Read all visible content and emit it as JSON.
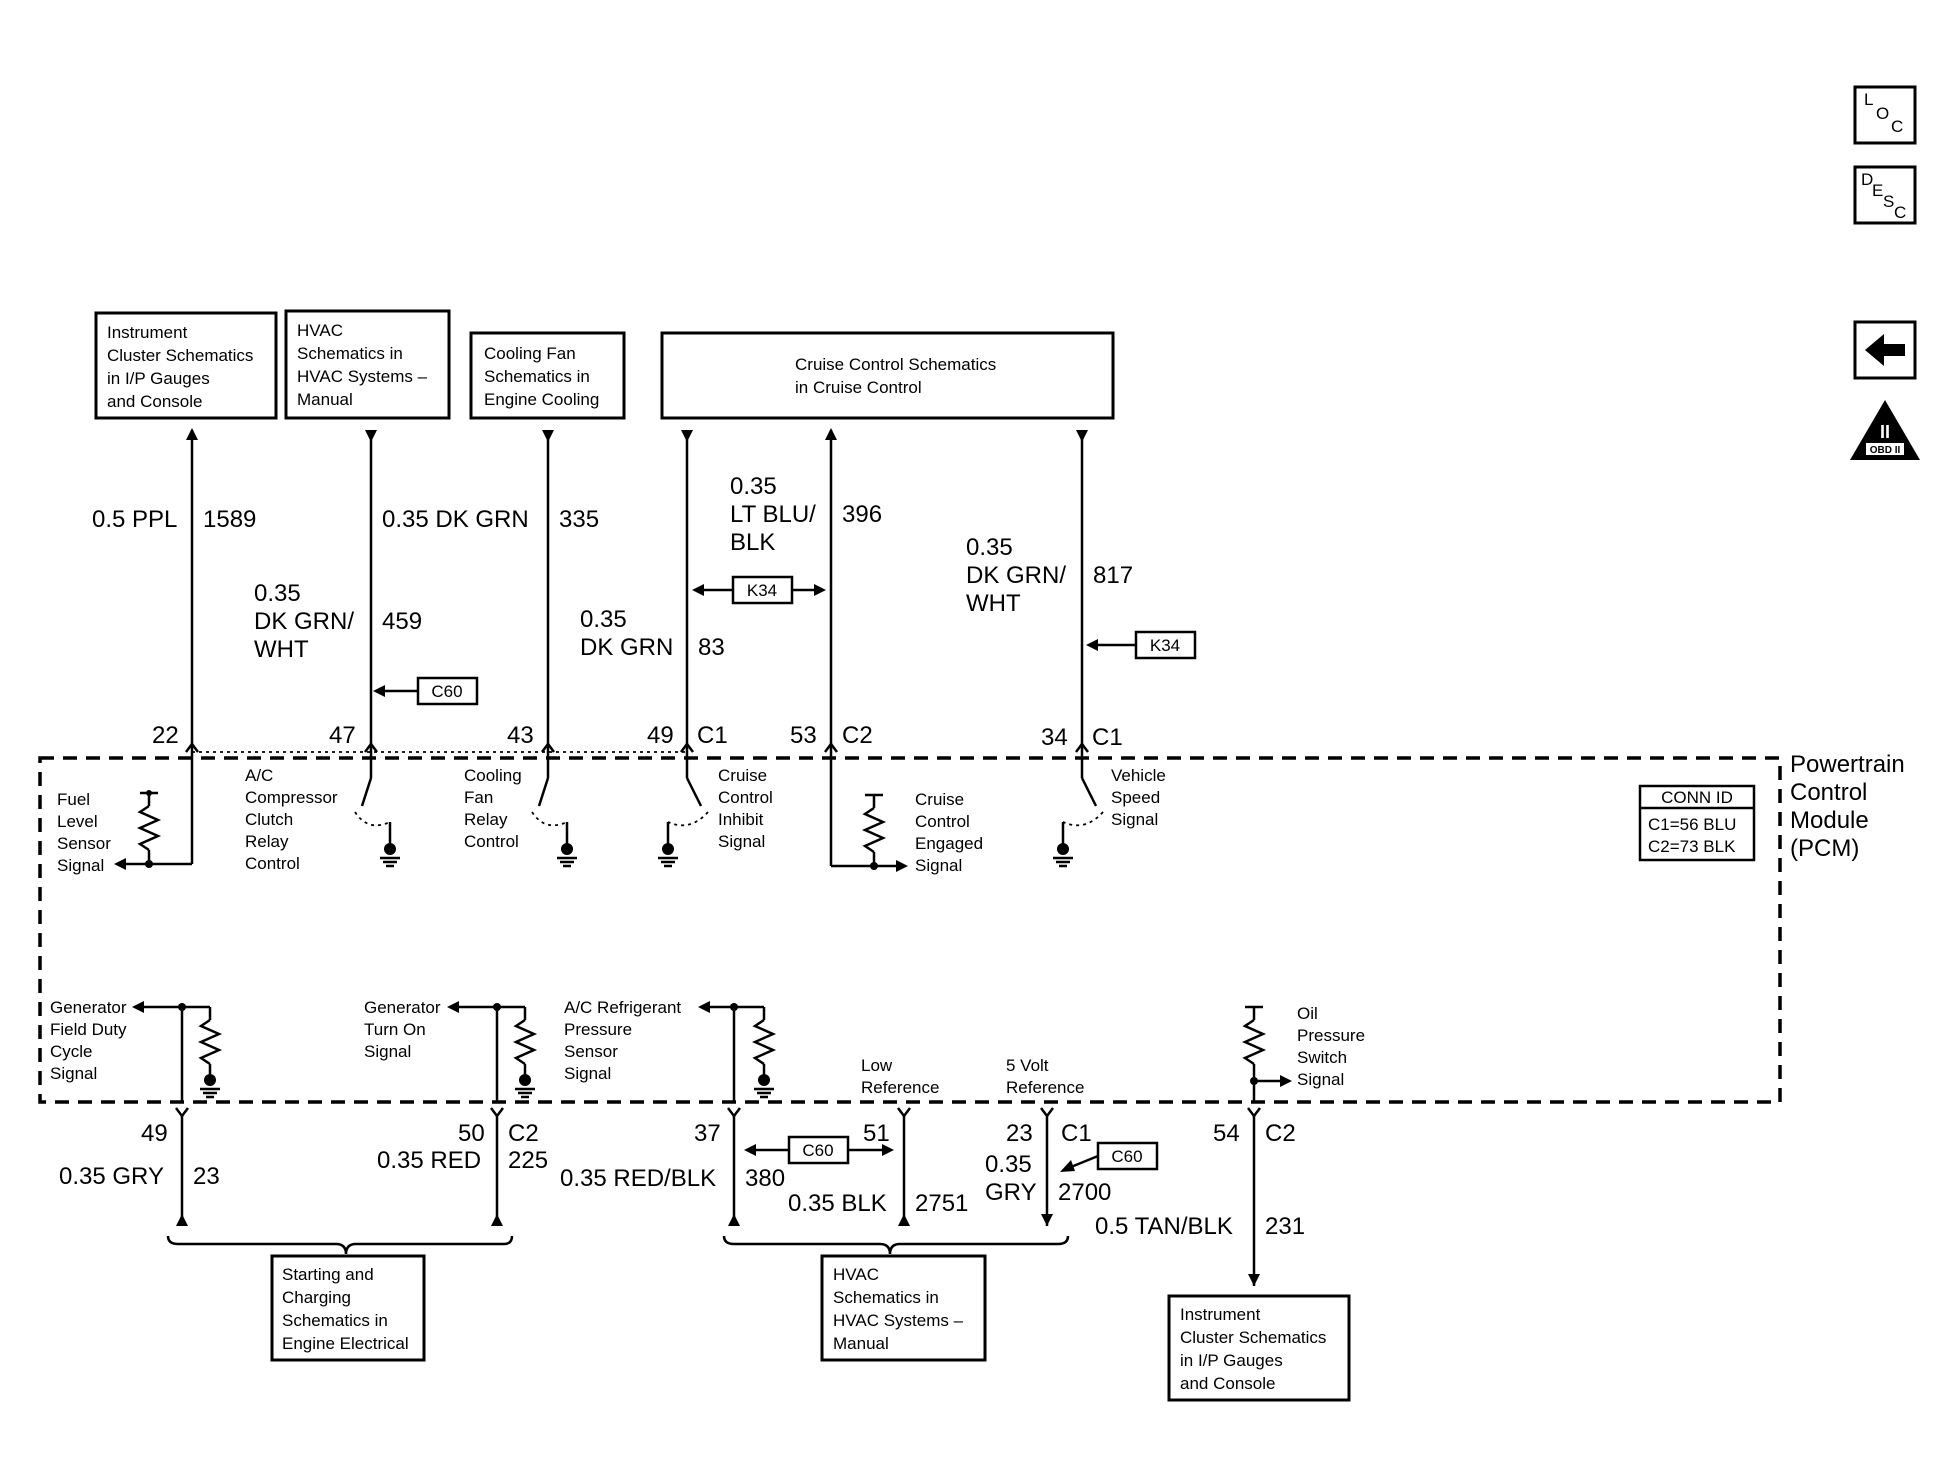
{
  "nav": {
    "loc": [
      "L",
      "O",
      "C"
    ],
    "desc": [
      "D",
      "E",
      "S",
      "C"
    ],
    "obd": "OBD II",
    "obd_num": "II"
  },
  "refs": {
    "inst_top": [
      "Instrument",
      "Cluster Schematics",
      "in I/P Gauges",
      "and Console"
    ],
    "hvac_top": [
      "HVAC",
      "Schematics in",
      "HVAC Systems –",
      "Manual"
    ],
    "fan_top": [
      "Cooling Fan",
      "Schematics in",
      "Engine Cooling"
    ],
    "cruise_top": [
      "Cruise Control Schematics",
      "in Cruise Control"
    ],
    "start_bot": [
      "Starting and",
      "Charging",
      "Schematics in",
      "Engine Electrical"
    ],
    "hvac_bot": [
      "HVAC",
      "Schematics in",
      "HVAC Systems –",
      "Manual"
    ],
    "inst_bot": [
      "Instrument",
      "Cluster Schematics",
      "in I/P Gauges",
      "and Console"
    ]
  },
  "options": {
    "c60": "C60",
    "k34": "K34"
  },
  "wires_top": [
    {
      "size": [
        "0.5 PPL"
      ],
      "circuit": "1589",
      "pin": "22",
      "conn": ""
    },
    {
      "size": [
        "0.35",
        "DK GRN/",
        "WHT"
      ],
      "circuit": "459",
      "pin": "47",
      "conn": ""
    },
    {
      "size": [
        "0.35 DK GRN"
      ],
      "circuit": "335",
      "pin": "43",
      "conn": ""
    },
    {
      "size": [
        "0.35",
        "DK GRN"
      ],
      "circuit": "83",
      "pin": "49",
      "conn": "C1"
    },
    {
      "size": [
        "0.35",
        "LT BLU/",
        "BLK"
      ],
      "circuit": "396",
      "pin": "53",
      "conn": "C2"
    },
    {
      "size": [
        "0.35",
        "DK GRN/",
        "WHT"
      ],
      "circuit": "817",
      "pin": "34",
      "conn": "C1"
    }
  ],
  "wires_bot": [
    {
      "size": "0.35 GRY",
      "circuit": "23",
      "pin": "49",
      "conn": ""
    },
    {
      "size": "0.35 RED",
      "circuit": "225",
      "pin": "50",
      "conn": "C2"
    },
    {
      "size": "0.35 RED/BLK",
      "circuit": "380",
      "pin": "37",
      "conn": ""
    },
    {
      "size": "0.35 BLK",
      "circuit": "2751",
      "pin": "51",
      "conn": ""
    },
    {
      "size": [
        "0.35",
        "GRY"
      ],
      "circuit": "2700",
      "pin": "23",
      "conn": "C1"
    },
    {
      "size": "0.5 TAN/BLK",
      "circuit": "231",
      "pin": "54",
      "conn": "C2"
    }
  ],
  "pcm": {
    "title": [
      "Powertrain",
      "Control",
      "Module",
      "(PCM)"
    ],
    "conn_id_title": "CONN ID",
    "conn_id": [
      "C1=56 BLU",
      "C2=73 BLK"
    ]
  },
  "signals": {
    "fuel": [
      "Fuel",
      "Level",
      "Sensor",
      "Signal"
    ],
    "ac_clutch": [
      "A/C",
      "Compressor",
      "Clutch",
      "Relay",
      "Control"
    ],
    "fan_relay": [
      "Cooling",
      "Fan",
      "Relay",
      "Control"
    ],
    "cruise_inhibit": [
      "Cruise",
      "Control",
      "Inhibit",
      "Signal"
    ],
    "cruise_engaged": [
      "Cruise",
      "Control",
      "Engaged",
      "Signal"
    ],
    "vss": [
      "Vehicle",
      "Speed",
      "Signal"
    ],
    "gen_duty": [
      "Generator",
      "Field Duty",
      "Cycle",
      "Signal"
    ],
    "gen_turn": [
      "Generator",
      "Turn On",
      "Signal"
    ],
    "ac_pressure": [
      "A/C Refrigerant",
      "Pressure",
      "Sensor",
      "Signal"
    ],
    "low_ref": [
      "Low",
      "Reference"
    ],
    "five_volt": [
      "5 Volt",
      "Reference"
    ],
    "oil": [
      "Oil",
      "Pressure",
      "Switch",
      "Signal"
    ]
  }
}
